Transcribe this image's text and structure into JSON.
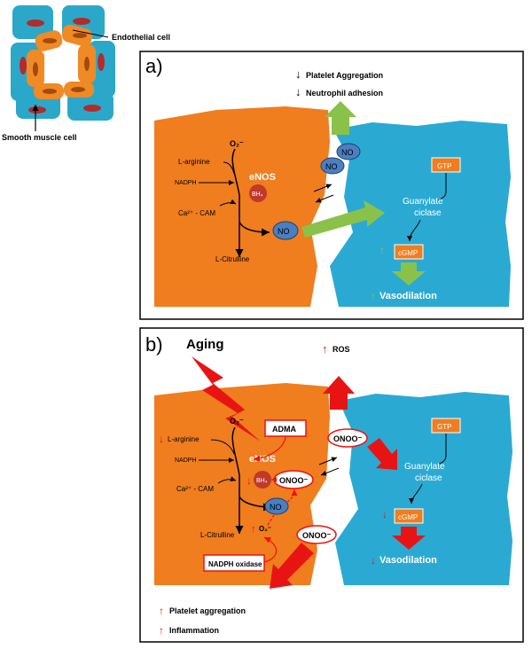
{
  "inset": {
    "endothelial_label": "Endothelial cell",
    "smooth_muscle_label": "Smooth muscle cell"
  },
  "panel_a": {
    "letter": "a)",
    "effects": [
      "Platelet Aggregation",
      "Neutrophil adhesion"
    ],
    "o2": "O₂⁻",
    "substrates": [
      "L-arginine",
      "NADPH",
      "Ca²⁺ - CAM"
    ],
    "enzyme": "eNOS",
    "cofactor": "BH₄",
    "product": "L-Citrulline",
    "no_label": "NO",
    "gtp": "GTP",
    "guanylate": [
      "Guanylate",
      "ciclase"
    ],
    "cgmp": "cGMP",
    "outcome": "Vasodilation"
  },
  "panel_b": {
    "letter": "b)",
    "aging": "Aging",
    "ros": "ROS",
    "o2": "O₂⁻",
    "adma": "ADMA",
    "substrates": [
      "L-arginine",
      "NADPH",
      "Ca²⁺ - CAM"
    ],
    "enzyme": "eNOS",
    "cofactor": "BH₄",
    "onoo": "ONOO⁻",
    "no_label": "NO",
    "o2_local": "O₂⁻",
    "product": "L-Citrulline",
    "nadph_oxidase": "NADPH oxidase",
    "gtp": "GTP",
    "guanylate": [
      "Guanylate",
      "ciclase"
    ],
    "cgmp": "cGMP",
    "outcome": "Vasodilation",
    "effects": [
      "Platelet aggregation",
      "Inflammation"
    ]
  }
}
